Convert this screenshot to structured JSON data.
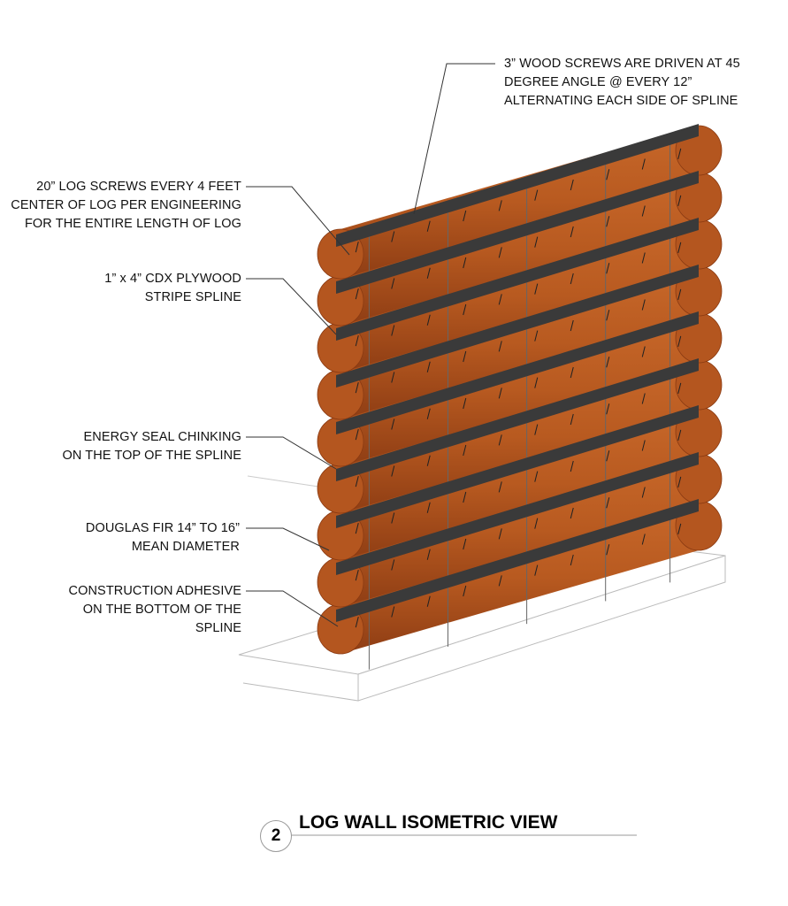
{
  "annotations": {
    "wood_screws": [
      "3” WOOD SCREWS ARE DRIVEN AT 45",
      "DEGREE ANGLE @  EVERY 12”",
      "ALTERNATING EACH SIDE OF SPLINE"
    ],
    "log_screws": [
      "20” LOG SCREWS EVERY 4 FEET",
      "CENTER OF LOG PER ENGINEERING",
      "FOR THE ENTIRE LENGTH OF LOG"
    ],
    "spline": [
      "1” x 4” CDX PLYWOOD",
      "STRIPE SPLINE"
    ],
    "chinking": [
      "ENERGY SEAL CHINKING",
      "ON THE TOP OF THE SPLINE"
    ],
    "logs": [
      "DOUGLAS FIR 14” TO 16”",
      "MEAN DIAMETER"
    ],
    "adhesive": [
      "CONSTRUCTION ADHESIVE",
      "ON THE BOTTOM OF THE",
      "SPLINE"
    ]
  },
  "title": {
    "number": "2",
    "text": "LOG WALL ISOMETRIC VIEW"
  },
  "colors": {
    "log": "#b4561f",
    "log_dark": "#8a3a12",
    "spline": "#3a3a3a"
  }
}
